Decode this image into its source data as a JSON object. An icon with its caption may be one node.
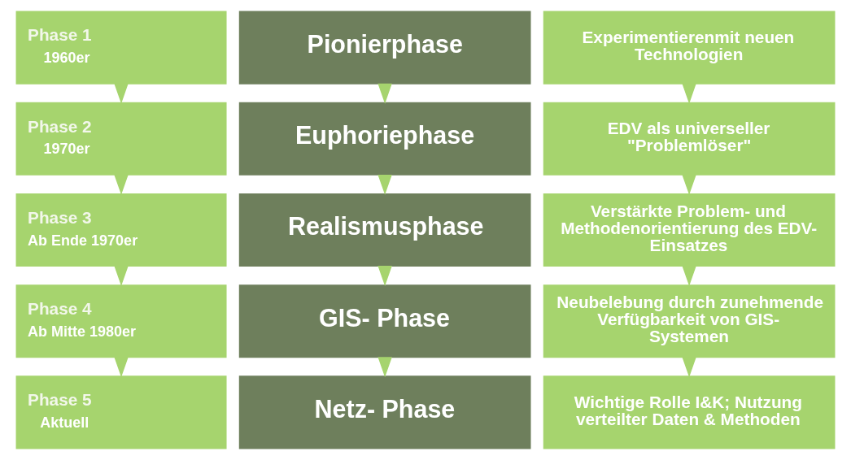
{
  "diagram": {
    "nodes": [
      {
        "text": [
          "Phase 1",
          "1960er"
        ]
      },
      {
        "text": [
          "Pionierphase"
        ]
      },
      {
        "text": [
          "Experimentierenmit neuen Technologien"
        ]
      },
      {
        "text": [
          "Phase 2",
          "1970er"
        ]
      },
      {
        "text": [
          "Euphoriephase"
        ]
      },
      {
        "text": [
          "EDV als universeller \"Problemlöser\""
        ]
      },
      {
        "text": [
          "Phase 3",
          "Ab Ende 1970er"
        ]
      },
      {
        "text": [
          "Realismusphase"
        ]
      },
      {
        "text": [
          "Verstärkte Problem- und Methodenorientierung des EDV- Einsatzes"
        ]
      },
      {
        "text": [
          "Phase 4",
          "Ab Mitte 1980er"
        ]
      },
      {
        "text": [
          "GIS- Phase"
        ]
      },
      {
        "text": [
          "Neubelebung durch zunehmende Verfügbarkeit von GIS- Systemen"
        ]
      },
      {
        "text": [
          "Phase 5",
          "Aktuell"
        ]
      },
      {
        "text": [
          "Netz- Phase"
        ]
      },
      {
        "text": [
          "Wichtige Rolle I&K; Nutzung verteilter Daten & Methoden"
        ]
      }
    ],
    "edges": [
      {
        "from": 0,
        "to": 3,
        "arrow": "to"
      },
      {
        "from": 1,
        "to": 4,
        "arrow": "to"
      },
      {
        "from": 2,
        "to": 5,
        "arrow": "to"
      },
      {
        "from": 3,
        "to": 6,
        "arrow": "to"
      },
      {
        "from": 4,
        "to": 7,
        "arrow": "to"
      },
      {
        "from": 5,
        "to": 8,
        "arrow": "to"
      },
      {
        "from": 6,
        "to": 9,
        "arrow": "to"
      },
      {
        "from": 7,
        "to": 10,
        "arrow": "to"
      },
      {
        "from": 8,
        "to": 11,
        "arrow": "to"
      },
      {
        "from": 9,
        "to": 12,
        "arrow": "to"
      },
      {
        "from": 10,
        "to": 13,
        "arrow": "to"
      },
      {
        "from": 11,
        "to": 14,
        "arrow": "to"
      }
    ]
  }
}
